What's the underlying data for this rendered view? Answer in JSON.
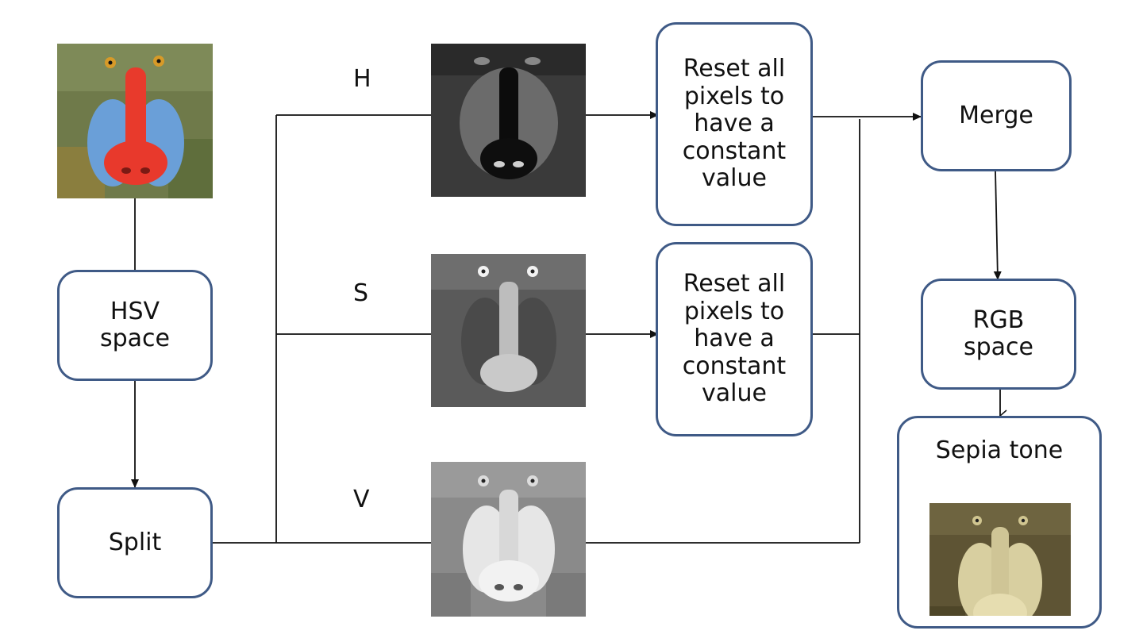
{
  "diagram": {
    "nodes": {
      "hsv_space": "HSV\nspace",
      "split": "Split",
      "reset_h": "Reset all\npixels to\nhave a\nconstant\nvalue",
      "reset_s": "Reset all\npixels to\nhave a\nconstant\nvalue",
      "merge": "Merge",
      "rgb_space": "RGB\nspace",
      "sepia_tone": "Sepia tone"
    },
    "channel_labels": {
      "h": "H",
      "s": "S",
      "v": "V"
    },
    "images": {
      "original": "color-mandrill",
      "h_channel": "hue-channel-mandrill",
      "s_channel": "saturation-channel-mandrill",
      "v_channel": "value-channel-mandrill",
      "sepia": "sepia-mandrill"
    },
    "colors": {
      "box_border": "#3f5a86",
      "line": "#111111"
    }
  }
}
